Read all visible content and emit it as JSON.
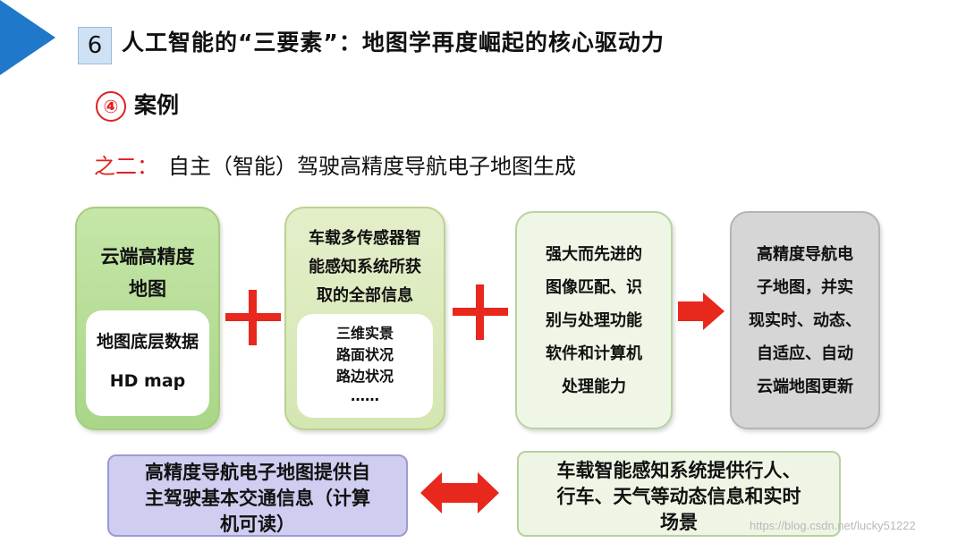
{
  "header": {
    "section_number": "6",
    "title": "人工智能的“三要素”：地图学再度崛起的核心驱动力"
  },
  "case": {
    "marker": "④",
    "label": "案例"
  },
  "subtitle": {
    "prefix": "之二：",
    "text": "自主（智能）驾驶高精度导航电子地图生成"
  },
  "boxes": {
    "cloud": {
      "title_lines": [
        "云端高精度",
        "地图"
      ],
      "inner_lines": [
        "地图底层数据",
        "HD map"
      ]
    },
    "sensor": {
      "title_lines": [
        "车载多传感器智",
        "能感知系统所获",
        "取的全部信息"
      ],
      "inner_lines": [
        "三维实景",
        "路面状况",
        "路边状况",
        "……"
      ]
    },
    "compute": {
      "lines": [
        "强大而先进的",
        "图像匹配、识",
        "别与处理功能",
        "软件和计算机",
        "处理能力"
      ]
    },
    "result": {
      "lines": [
        "高精度导航电",
        "子地图，并实",
        "现实时、动态、",
        "自适应、自动",
        "云端地图更新"
      ]
    }
  },
  "bottom": {
    "left_lines": [
      "高精度导航电子地图提供自",
      "主驾驶基本交通信息（计算",
      "机可读）"
    ],
    "right_lines": [
      "车载智能感知系统提供行人、",
      "行车、天气等动态信息和实时",
      "场景"
    ]
  },
  "watermark": "https://blog.csdn.net/lucky51222",
  "colors": {
    "accent_red": "#e8271d",
    "header_blue": "#1f78c9"
  }
}
